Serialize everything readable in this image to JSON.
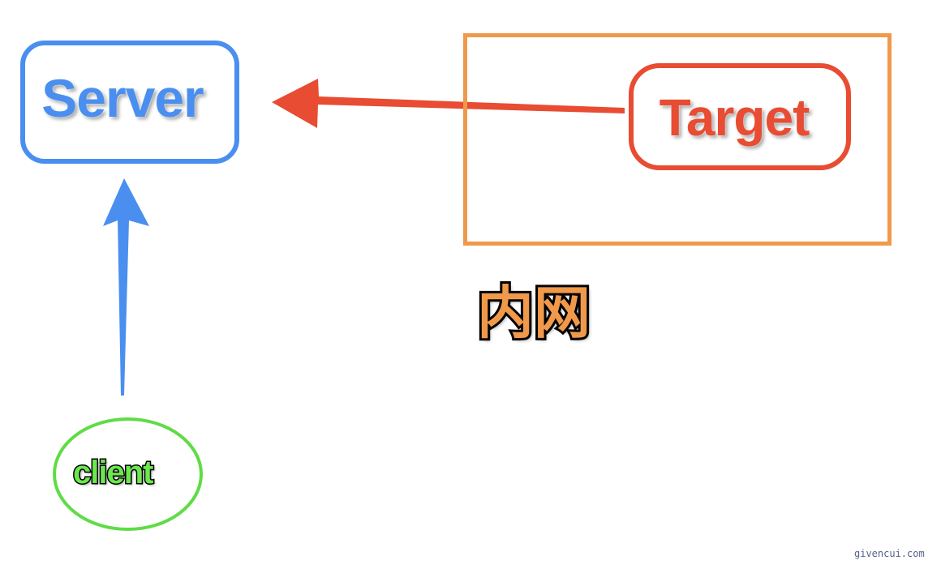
{
  "diagram": {
    "nodes": {
      "server": {
        "label": "Server",
        "color": "#4a8ff0"
      },
      "target": {
        "label": "Target",
        "color": "#e84c32"
      },
      "client": {
        "label": "client",
        "color": "#5fdc45"
      }
    },
    "zones": {
      "intranet": {
        "label": "内网",
        "color": "#f0994a"
      }
    },
    "edges": [
      {
        "from": "target",
        "to": "server",
        "color": "#e84c32"
      },
      {
        "from": "client",
        "to": "server",
        "color": "#4a8ff0"
      }
    ]
  },
  "watermark": {
    "text": "givencui.com",
    "color": "#55628a"
  }
}
